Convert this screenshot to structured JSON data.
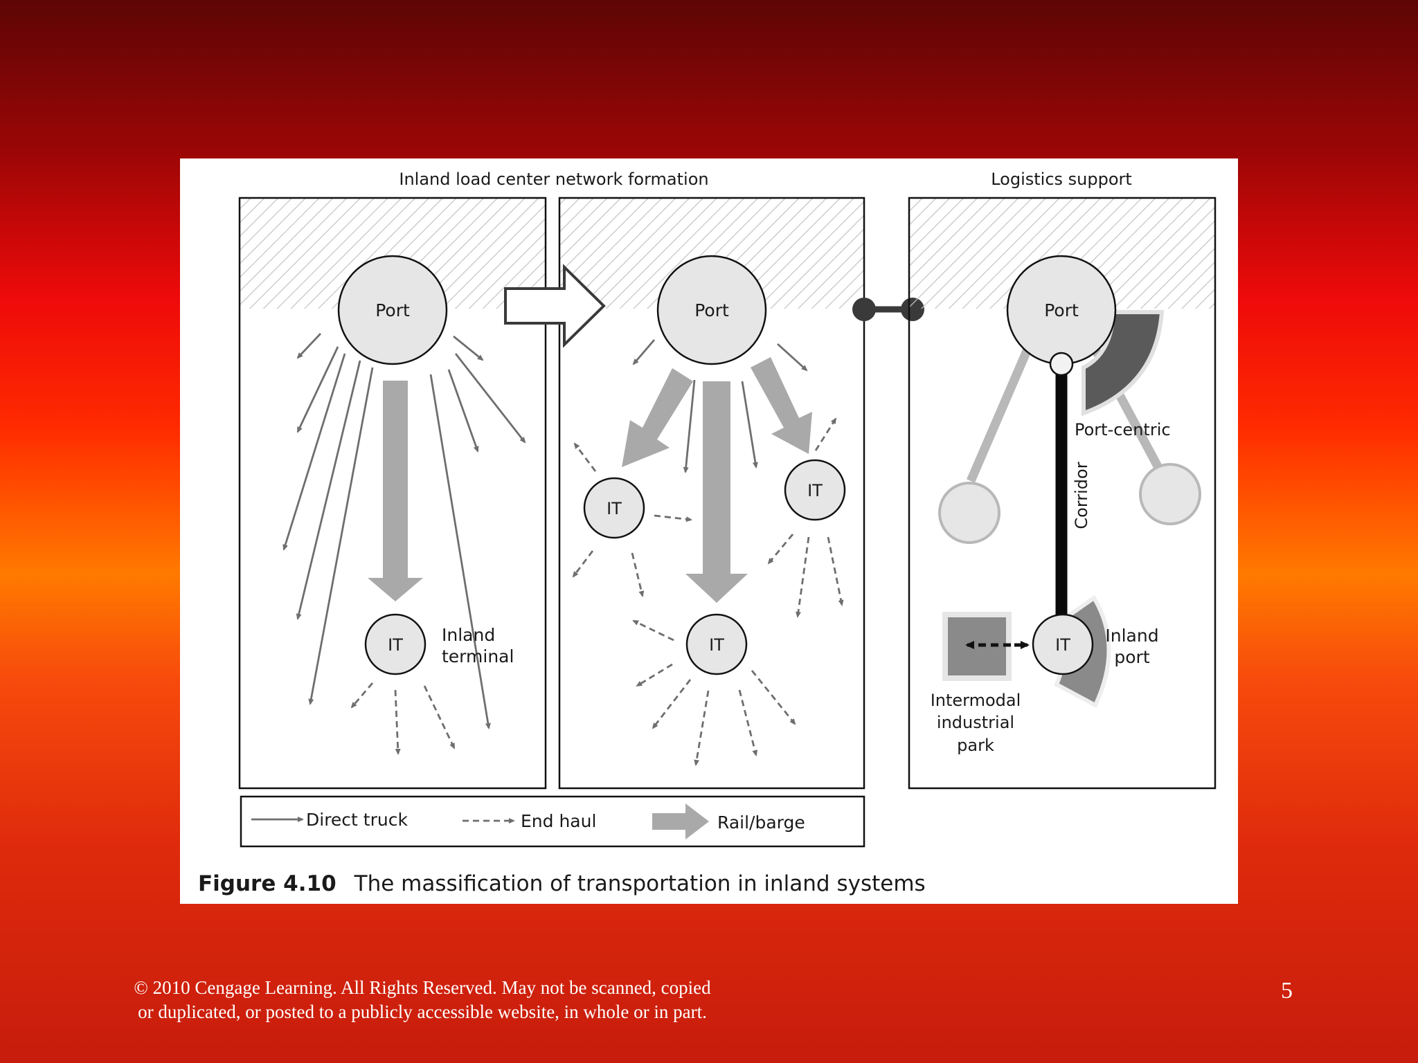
{
  "figure": {
    "section_left_title": "Inland load center network formation",
    "section_right_title": "Logistics support",
    "panels": {
      "panel1": {
        "port_label": "Port",
        "it_label": "IT",
        "it_caption": [
          "Inland",
          "terminal"
        ]
      },
      "panel2": {
        "port_label": "Port",
        "it_left_label": "IT",
        "it_right_label": "IT",
        "it_bottom_label": "IT"
      },
      "panel3": {
        "port_label": "Port",
        "port_centric_label": "Port-centric",
        "corridor_label": "Corridor",
        "it_label": "IT",
        "inland_port_label": [
          "Inland",
          "port"
        ],
        "industrial_park_label": [
          "Intermodal",
          "industrial",
          "park"
        ]
      }
    },
    "legend": {
      "direct_truck": "Direct truck",
      "end_haul": "End haul",
      "rail_barge": "Rail/barge"
    },
    "caption": {
      "number": "Figure 4.10",
      "text": "The massification of transportation in inland systems"
    }
  },
  "footer": {
    "copyright_line1": "© 2010 Cengage Learning. All Rights Reserved. May not be scanned, copied",
    "copyright_line2": "or duplicated, or posted to a publicly accessible website, in whole or in part.",
    "page_number": "5"
  },
  "colors": {
    "arrow_gray": "#6e6e6e",
    "rail_gray": "#a9a9a9",
    "node_fill": "#e6e6e6",
    "dark_gray": "#555555",
    "background_red": "#ee0a0a",
    "background_orange": "#ff7a00"
  }
}
